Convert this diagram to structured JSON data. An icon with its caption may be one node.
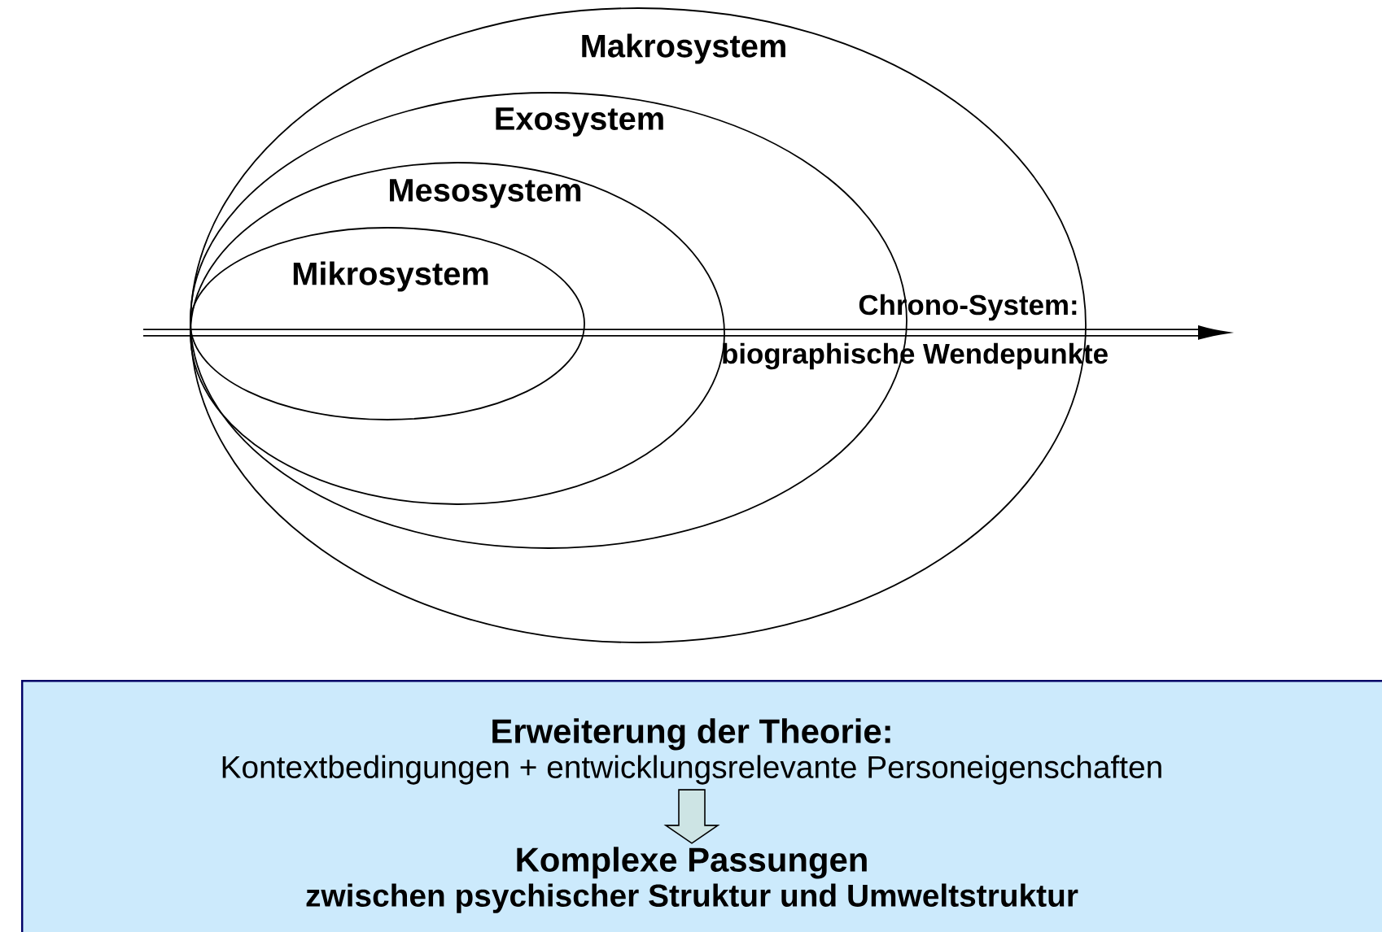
{
  "diagram": {
    "nodes": [
      {
        "text": [
          "Makrosystem"
        ]
      },
      {
        "text": [
          "Exosystem"
        ],
        "in": 0
      },
      {
        "text": [
          "Mesosystem"
        ],
        "in": 1
      },
      {
        "text": [
          "Mikrosystem"
        ],
        "in": 2
      },
      {
        "text": [],
        "shape": "box"
      },
      {
        "text": [
          "Erweiterung der Theorie:",
          "Kontextbedingungen + entwicklungsrelevante Personeigenschaften"
        ],
        "in": 4
      },
      {
        "text": [
          "Komplexe Passungen",
          "zwischen psychischer Struktur und Umweltstruktur"
        ],
        "in": 4
      }
    ],
    "edges": [
      {
        "from": 5,
        "to": 6,
        "arrow": "to"
      }
    ],
    "labels": [
      "Chrono-System:",
      "biographische Wendepunkte"
    ]
  }
}
